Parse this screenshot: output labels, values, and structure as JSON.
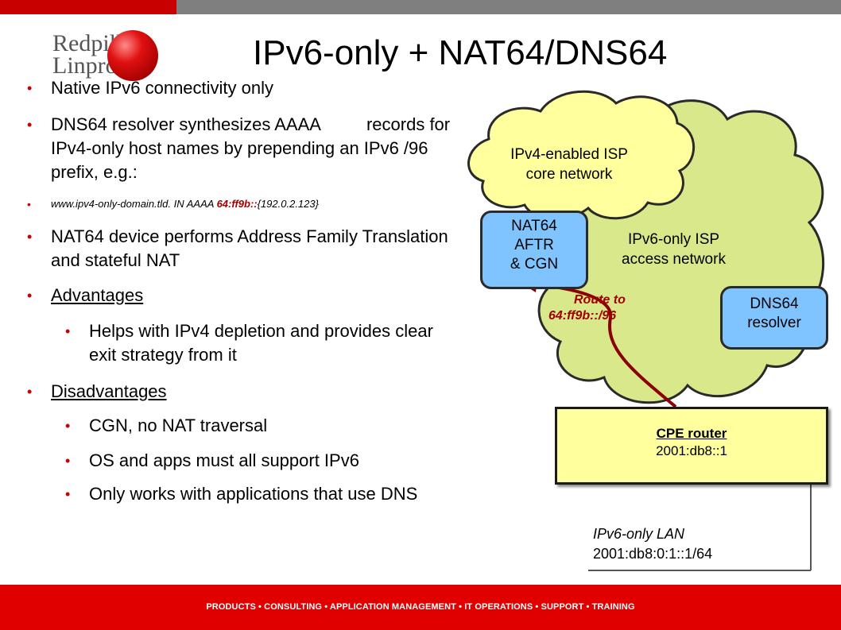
{
  "slide": {
    "title": "IPv6-only + NAT64/DNS64",
    "logo": {
      "line1": "Redpill",
      "line2": "Linpro"
    },
    "bullets": {
      "b1": "Native IPv6 connectivity only",
      "b2_part1": "DNS64 resolver synthesizes AAAA",
      "b2_part2": "records for",
      "b2_line2": "IPv4-only host names by prepending an IPv6 /96",
      "b2_line3": "prefix, e.g.:",
      "b3_part1": "www.ipv4-only-domain.tld.  IN AAAA ",
      "b3_part2": "64:ff9b::",
      "b3_part3": "{192.0.2.123}",
      "b4_line1": "NAT64 device performs Address Family Translation",
      "b4_line2": "and stateful NAT",
      "b5": "Advantages",
      "b5_sub1_line1": "Helps with IPv4 depletion and provides clear",
      "b5_sub1_line2": "exit strategy from it",
      "b6": "Disadvantages",
      "b6_sub1": "CGN, no NAT traversal",
      "b6_sub2": "OS and apps must all support IPv6",
      "b6_sub3": "Only works with applications that use DNS"
    },
    "diagram": {
      "ipv4_cloud_line1": "IPv4-enabled ISP",
      "ipv4_cloud_line2": "core network",
      "ipv6_cloud_line1": "IPv6-only ISP",
      "ipv6_cloud_line2": "access network",
      "nat64_line1": "NAT64",
      "nat64_line2": "AFTR",
      "nat64_line3": "& CGN",
      "dns64_line1": "DNS64",
      "dns64_line2": "resolver",
      "route_line1": "Route to",
      "route_line2": "64:ff9b::/96",
      "cpe_title": "CPE router",
      "cpe_addr": "2001:db8::1",
      "lan_line1": "IPv6-only LAN",
      "lan_line2": "2001:db8:0:1::1/64"
    },
    "footer": "PRODUCTS • CONSULTING • APPLICATION MANAGEMENT • IT OPERATIONS • SUPPORT • TRAINING",
    "colors": {
      "brand_red": "#e00000",
      "bullet_red": "#cc0000",
      "cloud_green": "#d9e88a",
      "cloud_yellow": "#ffff9e",
      "box_blue": "#80c4ff",
      "route_red": "#a00000",
      "top_bar": "#7f7f7f"
    }
  }
}
